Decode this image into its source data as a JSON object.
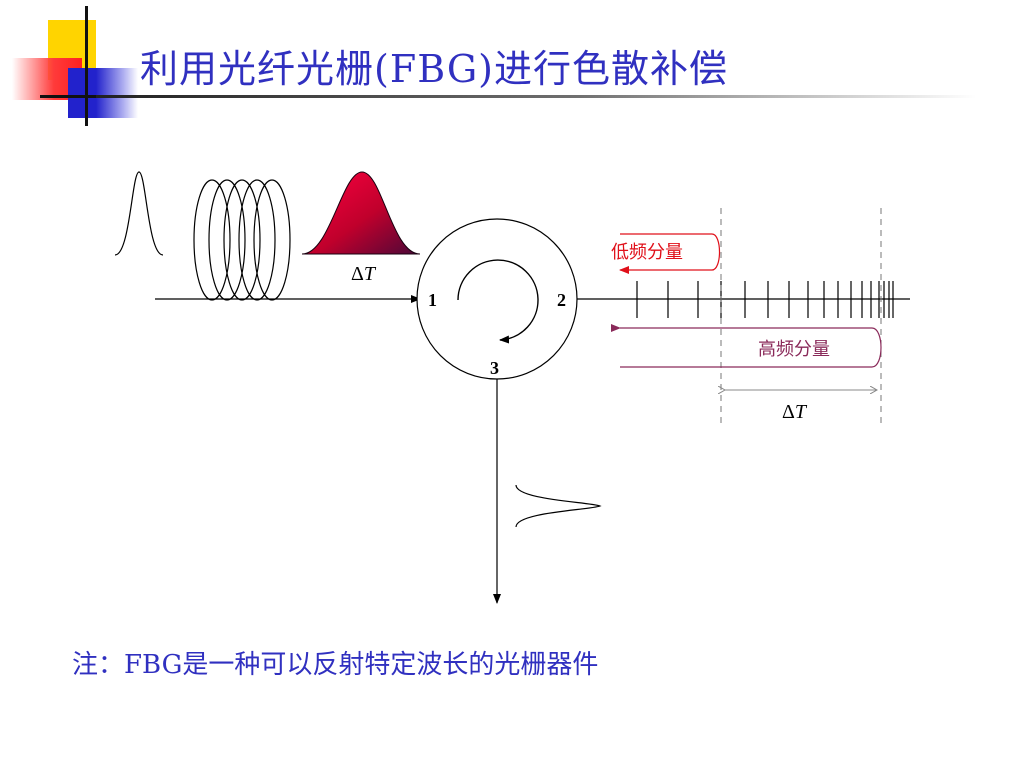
{
  "slide": {
    "title": "利用光纤光栅(FBG)进行色散补偿",
    "note": "注：FBG是一种可以反射特定波长的光栅器件"
  },
  "diagram": {
    "port_labels": [
      "1",
      "2",
      "3"
    ],
    "delta_symbol": "Δ",
    "delta_variable": "T",
    "low_freq_label": "低频分量",
    "high_freq_label": "高频分量"
  },
  "colors": {
    "title_text": "#3030c0",
    "low_freq": "#e0101a",
    "high_freq": "#8a2a5a",
    "pulse_fill_top": "#e8003a",
    "pulse_fill_bottom": "#5a0a3a",
    "deco_yellow": "#ffd400",
    "deco_red": "#ff3333",
    "deco_blue": "#2222cc"
  }
}
